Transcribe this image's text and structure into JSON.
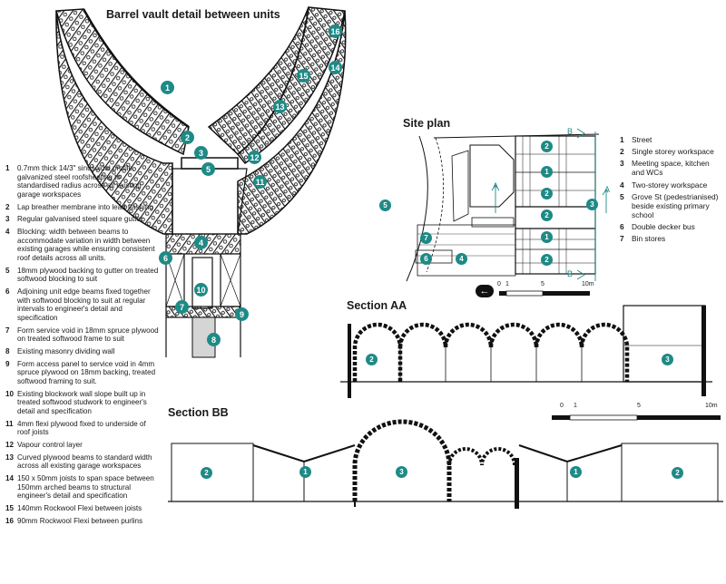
{
  "titles": {
    "barrel": "Barrel vault detail between units",
    "site": "Site plan",
    "section_aa": "Section AA",
    "section_bb": "Section BB"
  },
  "detail_notes": [
    {
      "n": "1",
      "text": "0.7mm thick 14/3\" sinusoidal profile, galvanized steel roofsheeting to standardised radius across all existing garage workspaces"
    },
    {
      "n": "2",
      "text": "Lap breather membrane into lead flashing"
    },
    {
      "n": "3",
      "text": "Regular galvanised steel square gutter"
    },
    {
      "n": "4",
      "text": "Blocking: width between beams to accommodate variation in width between existing garages while ensuring consistent roof details across all units."
    },
    {
      "n": "5",
      "text": "18mm plywood backing to gutter on treated softwood blocking to suit"
    },
    {
      "n": "6",
      "text": "Adjoining unit edge beams fixed together with softwood blocking to suit at regular intervals to engineer's detail and specification"
    },
    {
      "n": "7",
      "text": "Form service void in 18mm spruce plywood on treated softwood frame to suit"
    },
    {
      "n": "8",
      "text": "Existing masonry dividing wall"
    },
    {
      "n": "9",
      "text": "Form access panel to service void in 4mm spruce plywood on 18mm backing, treated softwood framing to suit."
    },
    {
      "n": "10",
      "text": "Existing blockwork wall slope built up in treated softwood studwork to engineer's detail and specification"
    },
    {
      "n": "11",
      "text": "4mm flexi plywood fixed to underside of roof joists"
    },
    {
      "n": "12",
      "text": "Vapour control layer"
    },
    {
      "n": "13",
      "text": "Curved plywood beams to standard width across all existing garage workspaces"
    },
    {
      "n": "14",
      "text": "150 x 50mm joists to span space between 150mm arched beams to structural engineer's detail and specification"
    },
    {
      "n": "15",
      "text": "140mm Rockwool Flexi between joists"
    },
    {
      "n": "16",
      "text": "90mm Rockwool Flexi between purlins"
    }
  ],
  "site_key": [
    {
      "n": "1",
      "text": "Street"
    },
    {
      "n": "2",
      "text": "Single storey workspace"
    },
    {
      "n": "3",
      "text": "Meeting space, kitchen and WCs"
    },
    {
      "n": "4",
      "text": "Two-storey workspace"
    },
    {
      "n": "5",
      "text": "Grove St (pedestrianised) beside existing primary school"
    },
    {
      "n": "6",
      "text": "Double decker bus"
    },
    {
      "n": "7",
      "text": "Bin stores"
    }
  ],
  "detail_markers": [
    "1",
    "2",
    "3",
    "4",
    "5",
    "6",
    "7",
    "8",
    "9",
    "10",
    "11",
    "12",
    "13",
    "14",
    "15",
    "16"
  ],
  "site_markers": [
    "1",
    "2",
    "3",
    "4",
    "5",
    "6",
    "7"
  ],
  "section_markers": [
    "1",
    "2",
    "3"
  ],
  "section_labels": {
    "a": "A",
    "b": "B"
  },
  "scale": {
    "ticks": [
      "0",
      "1",
      "5",
      "10m"
    ]
  },
  "colors": {
    "accent": "#1e8a86",
    "ink": "#1a1a1a",
    "paper": "#ffffff"
  }
}
